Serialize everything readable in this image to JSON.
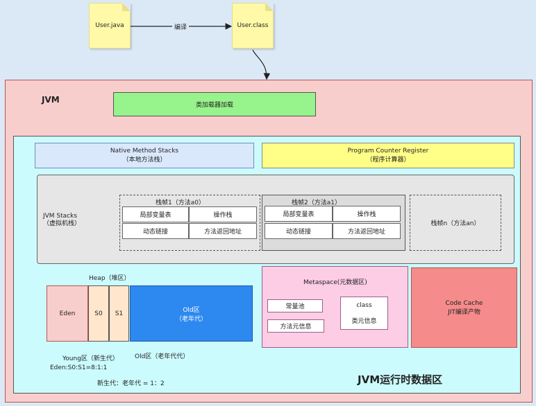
{
  "files": {
    "source": "User.java",
    "compiled": "User.class",
    "compile_label": "编译"
  },
  "jvm": {
    "title": "JVM",
    "classloader": "类加载器加载",
    "runtime_title": "JVM运行时数据区"
  },
  "native_stacks": {
    "line1": "Native Method Stacks",
    "line2": "（本地方法栈）"
  },
  "pc_register": {
    "line1": "Program Counter Register",
    "line2": "（程序计算器）"
  },
  "jvm_stacks": {
    "label1": "JVM Stacks",
    "label2": "（虚拟机栈）",
    "frame1": {
      "title": "栈帧1（方法a0）",
      "cells": [
        "局部变量表",
        "操作栈",
        "动态链接",
        "方法返回地址"
      ]
    },
    "frame2": {
      "title": "栈帧2（方法a1）",
      "cells": [
        "局部变量表",
        "操作栈",
        "动态链接",
        "方法返回地址"
      ]
    },
    "frameN": {
      "title": "栈帧n（方法an）"
    }
  },
  "heap": {
    "title": "Heap（堆区）",
    "eden": "Eden",
    "s0": "S0",
    "s1": "S1",
    "old_line1": "Old区",
    "old_line2": "（老年代）",
    "young_label": "Young区（新生代）",
    "old_label": "Old区（老年代代）",
    "ratio1": "Eden:S0:S1=8:1:1",
    "ratio2": "新生代：老年代 = 1：2"
  },
  "metaspace": {
    "title": "Metaspace(元数据区)",
    "const_pool": "常量池",
    "method_info": "方法元信息",
    "class_line1": "class",
    "class_line2": "类元信息"
  },
  "code_cache": {
    "line1": "Code Cache",
    "line2": "JIT编译产物"
  },
  "colors": {
    "jvm_bg": "#f8cecc",
    "runtime_bg": "#ccfbfd",
    "loader": "#97f38b",
    "old": "#2d89f0",
    "code_cache": "#f58b8b",
    "metaspace": "#fdcce5",
    "eden": "#f8cecc",
    "survivor": "#ffe6cc"
  }
}
